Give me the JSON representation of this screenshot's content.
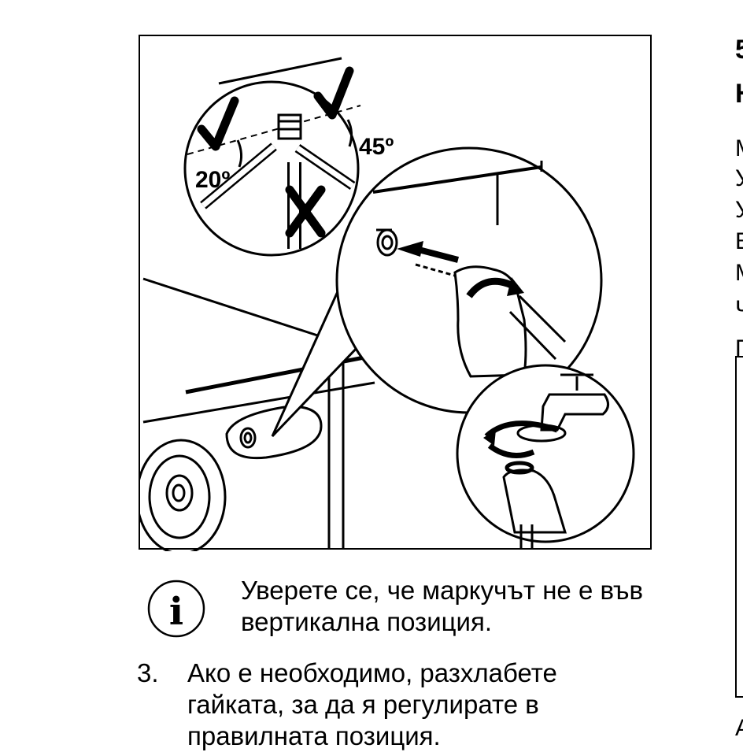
{
  "figure": {
    "angle_small": "20º",
    "angle_large": "45º"
  },
  "note": {
    "icon": "info-icon",
    "text": "Уверете се, че маркучът не е във вертикална позиция."
  },
  "step": {
    "number": "3.",
    "text": "Ако е необходимо, разхлабете гайката, за да я регулирате в правилната позиция."
  },
  "right_column": {
    "heading_line1": "5",
    "heading_line2": "Н",
    "lines": [
      "М",
      "У",
      "У",
      "В",
      "М",
      "Ч",
      "П"
    ],
    "footer_letter": "А"
  }
}
